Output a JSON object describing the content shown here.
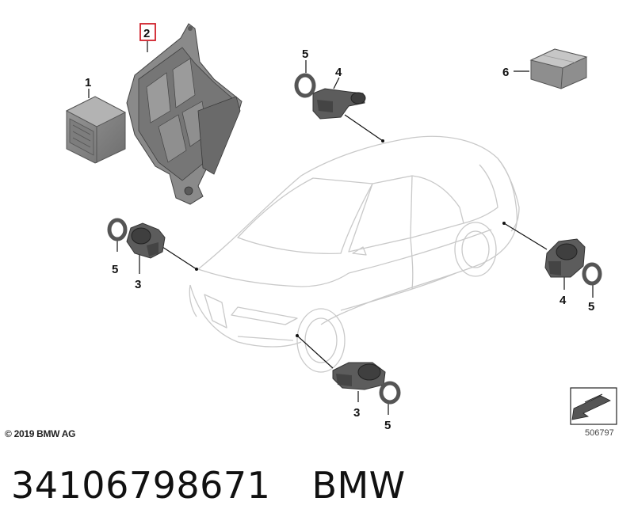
{
  "callouts": {
    "c1": "1",
    "c2": "2",
    "c3_left": "3",
    "c3_bottom": "3",
    "c4_top": "4",
    "c4_right": "4",
    "c5_top": "5",
    "c5_left": "5",
    "c5_bottom": "5",
    "c5_right": "5",
    "c6": "6"
  },
  "highlight_color": "#d0202a",
  "copyright": "© 2019 BMW AG",
  "diagram_number": "506797",
  "caption": {
    "part_number": "34106798671",
    "brand": "BMW"
  }
}
